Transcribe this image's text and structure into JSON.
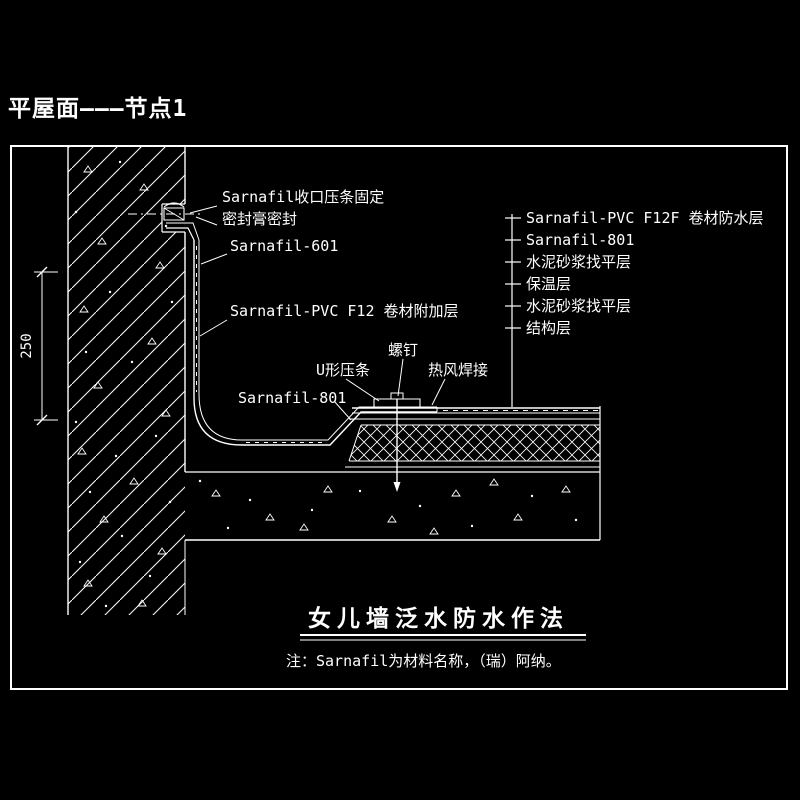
{
  "colors": {
    "background": "#000000",
    "line": "#ffffff"
  },
  "header": {
    "title": "平屋面———节点1"
  },
  "callouts": {
    "closure_bar": "Sarnafil收口压条固定",
    "sealant": "密封膏密封",
    "sarnafil_601": "Sarnafil-601",
    "membrane_flashing": "Sarnafil-PVC F12 卷材附加层",
    "screw": "螺钉",
    "u_bar": "U形压条",
    "hot_air_weld": "热风焊接",
    "sarnafil_801": "Sarnafil-801"
  },
  "layers": [
    "Sarnafil-PVC F12F 卷材防水层",
    "Sarnafil-801",
    "水泥砂浆找平层",
    "保温层",
    "水泥砂浆找平层",
    "结构层"
  ],
  "dimension": {
    "value": "250"
  },
  "footer": {
    "caption": "女儿墙泛水防水作法",
    "note": "注：Sarnafil为材料名称，（瑞）阿纳。"
  }
}
